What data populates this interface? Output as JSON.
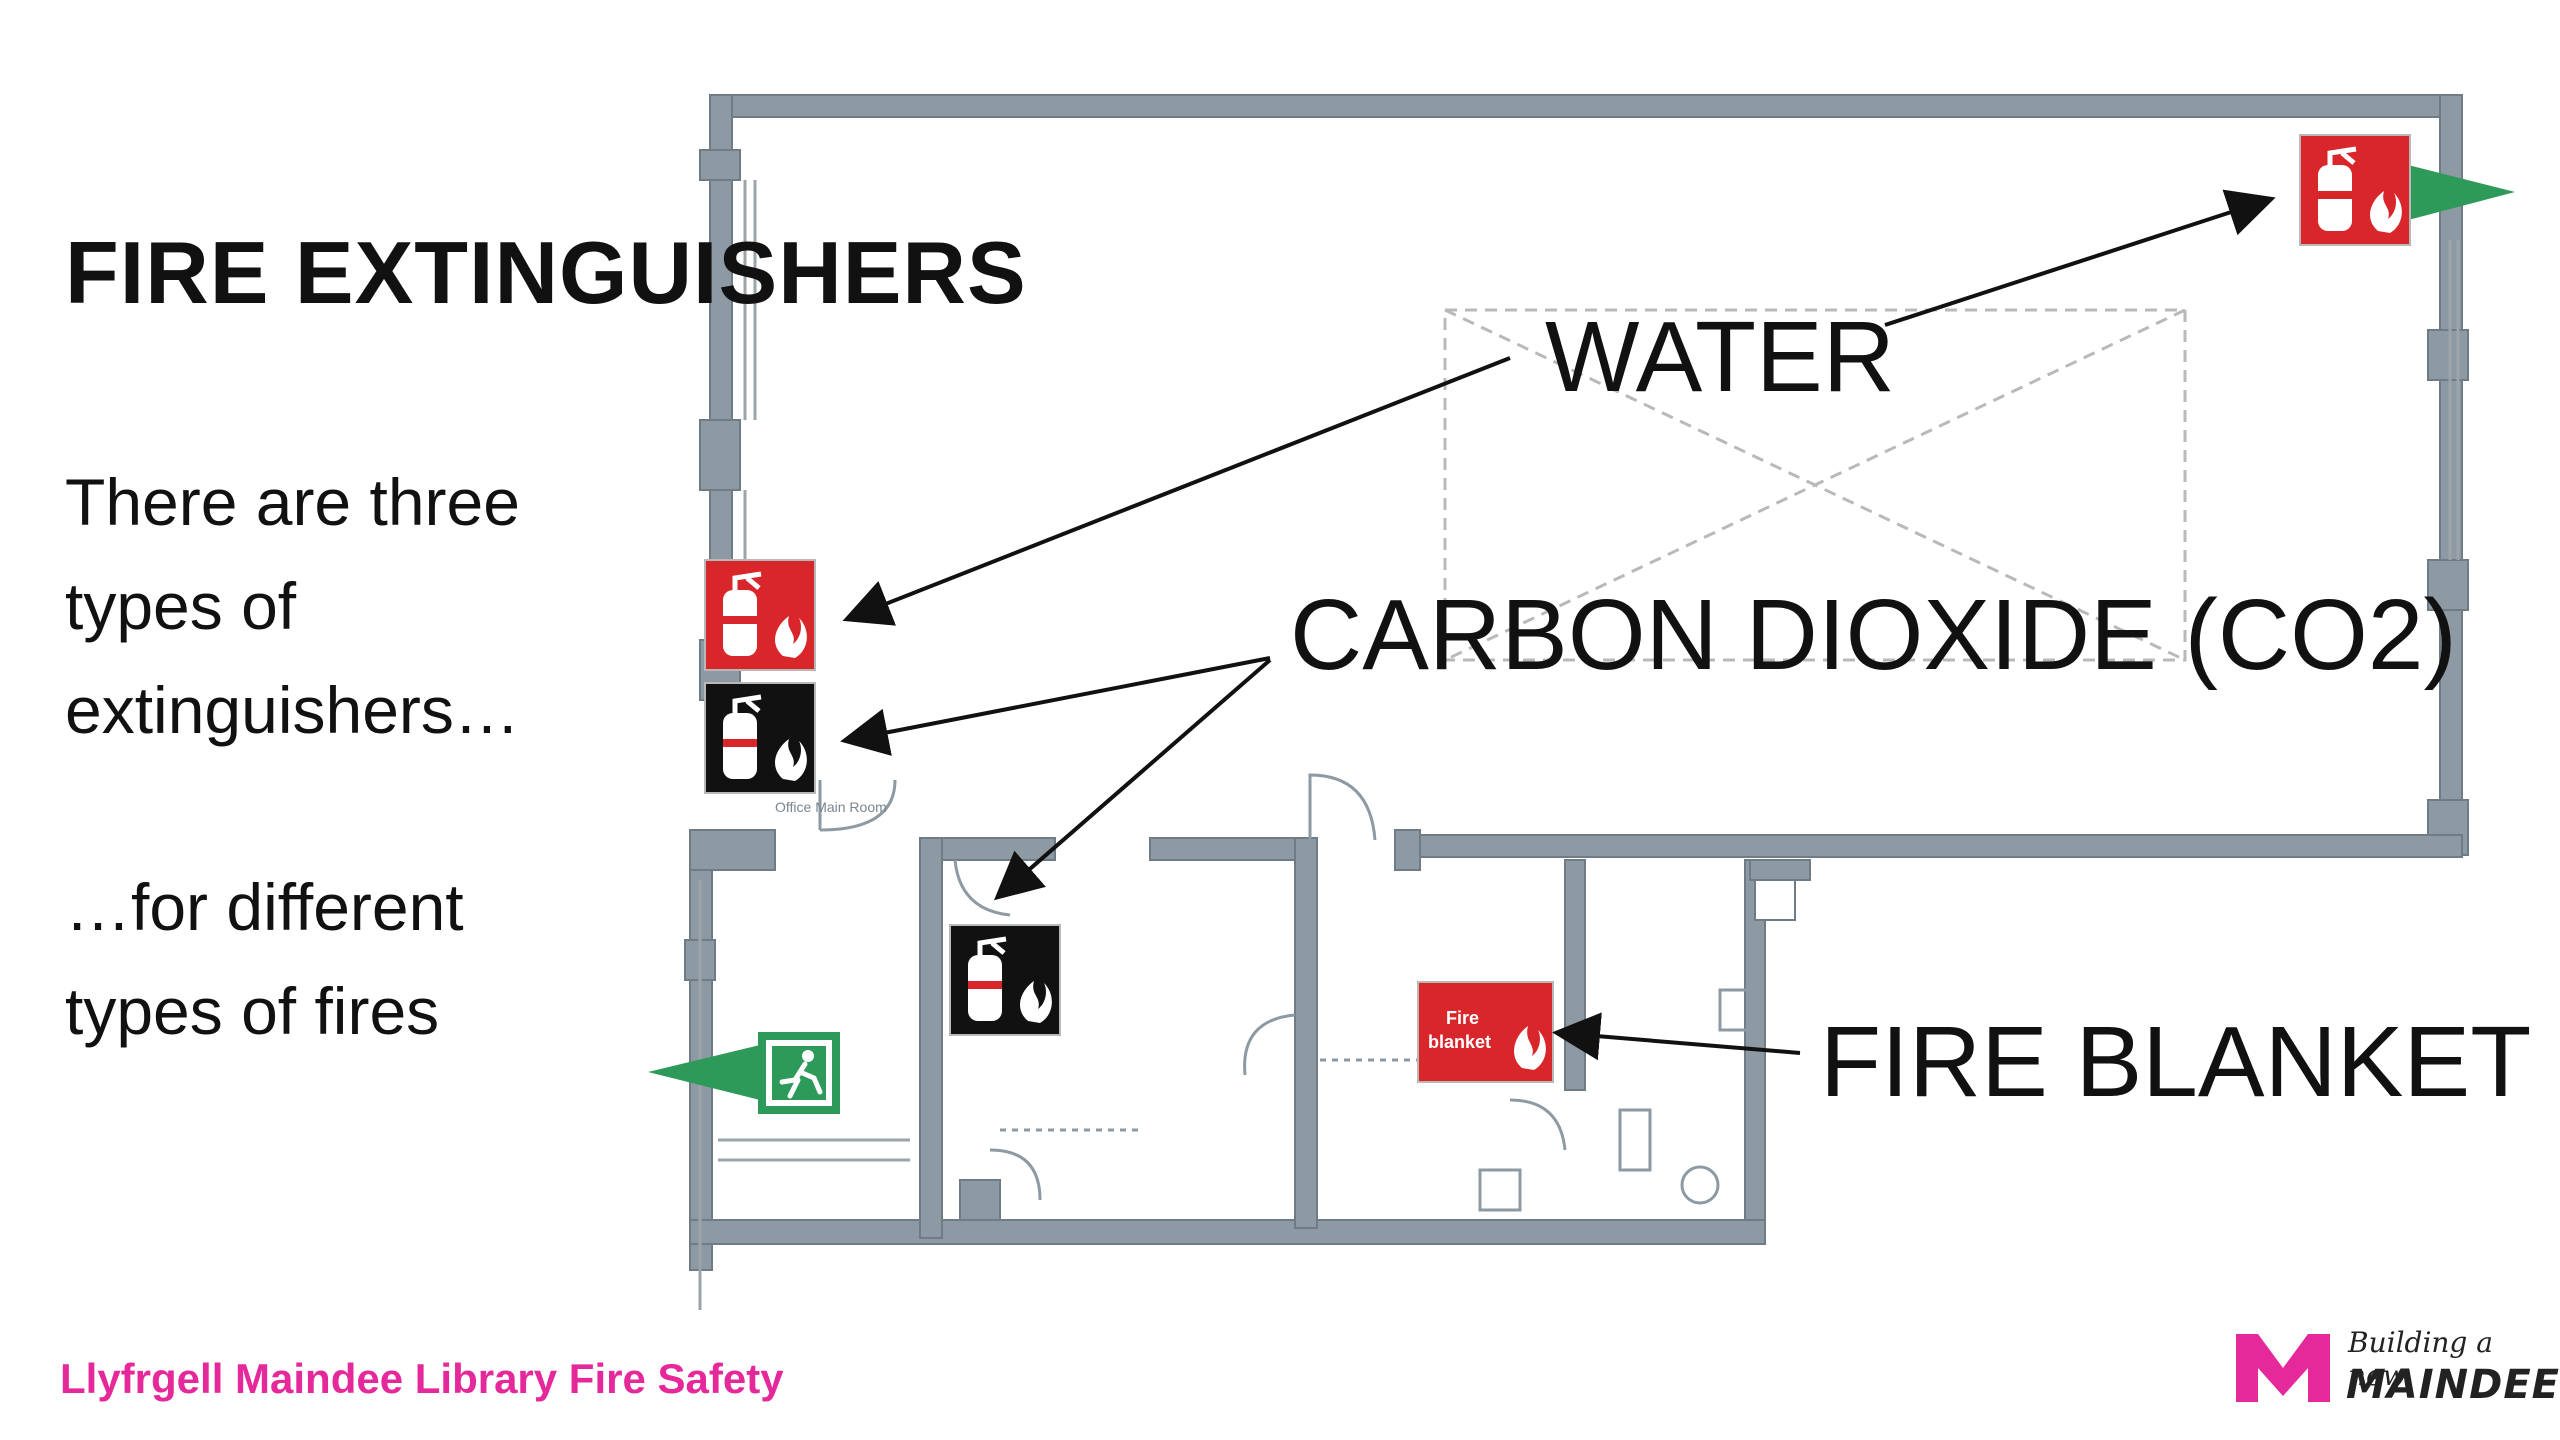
{
  "slide": {
    "title": "FIRE EXTINGUISHERS",
    "body_line1": "There are three types of extinguishers…",
    "body_line2": "…for different types of fires",
    "footer": "Llyfrgell Maindee Library Fire Safety"
  },
  "labels": {
    "water": "WATER",
    "co2": "CARBON DIOXIDE (CO2)",
    "fire_blanket": "FIRE BLANKET"
  },
  "signs": {
    "fire_blanket_line1": "Fire",
    "fire_blanket_line2": "blanket",
    "plan_note": "Office Main Room"
  },
  "logo": {
    "mark": "M",
    "line1": "Building a new",
    "line2": "MAINDEE"
  },
  "colors": {
    "wall": "#8d9aa3",
    "sign_red": "#d9262b",
    "sign_black": "#111111",
    "exit_green": "#2e9a5a",
    "footer_pink": "#e5289a",
    "logo_pink": "#e5289a"
  }
}
